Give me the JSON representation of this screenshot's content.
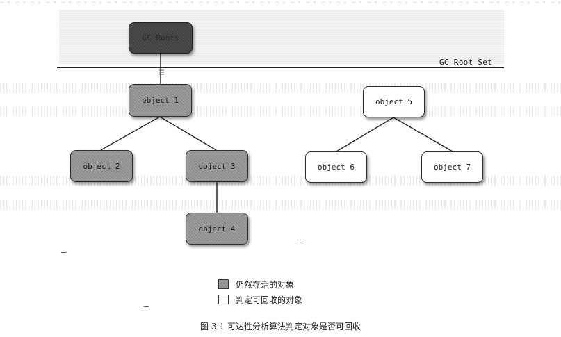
{
  "diagram": {
    "root_set_label": "GC Root Set",
    "root_node": {
      "id": "gc-roots",
      "label": "GC Roots",
      "state": "root"
    },
    "nodes": [
      {
        "id": "object1",
        "label": "object 1",
        "state": "alive"
      },
      {
        "id": "object2",
        "label": "object 2",
        "state": "alive"
      },
      {
        "id": "object3",
        "label": "object 3",
        "state": "alive"
      },
      {
        "id": "object4",
        "label": "object 4",
        "state": "alive"
      },
      {
        "id": "object5",
        "label": "object 5",
        "state": "reclaimable"
      },
      {
        "id": "object6",
        "label": "object 6",
        "state": "reclaimable"
      },
      {
        "id": "object7",
        "label": "object 7",
        "state": "reclaimable"
      }
    ],
    "edges": [
      [
        "gc-roots",
        "object1"
      ],
      [
        "object1",
        "object2"
      ],
      [
        "object1",
        "object3"
      ],
      [
        "object3",
        "object4"
      ],
      [
        "object5",
        "object6"
      ],
      [
        "object5",
        "object7"
      ]
    ]
  },
  "legend": {
    "items": [
      {
        "label": "仍然存活的对象",
        "fill": "#929292"
      },
      {
        "label": "判定可回收的对象",
        "fill": "#ffffff"
      }
    ]
  },
  "caption": "图 3-1   可达性分析算法判定对象是否可回收",
  "colors": {
    "alive_fill": "#929292",
    "root_fill": "#444444",
    "reclaimable_fill": "#ffffff",
    "stroke": "#2d2d2d"
  }
}
